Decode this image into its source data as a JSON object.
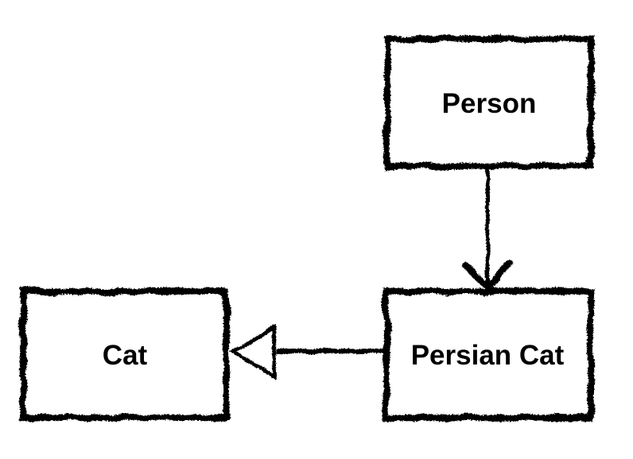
{
  "diagram": {
    "style": "hand-drawn-sketch",
    "background_color": "#ffffff",
    "stroke_color": "#000000",
    "node_fill_color": "#ffffff",
    "nodes": {
      "person": {
        "label": "Person"
      },
      "persian_cat": {
        "label": "Persian Cat"
      },
      "cat": {
        "label": "Cat"
      }
    },
    "edges": [
      {
        "from": "Person",
        "to": "Persian Cat",
        "direction": "down",
        "arrowhead": "open-v"
      },
      {
        "from": "Persian Cat",
        "to": "Cat",
        "direction": "left",
        "arrowhead": "hollow-triangle"
      }
    ]
  }
}
